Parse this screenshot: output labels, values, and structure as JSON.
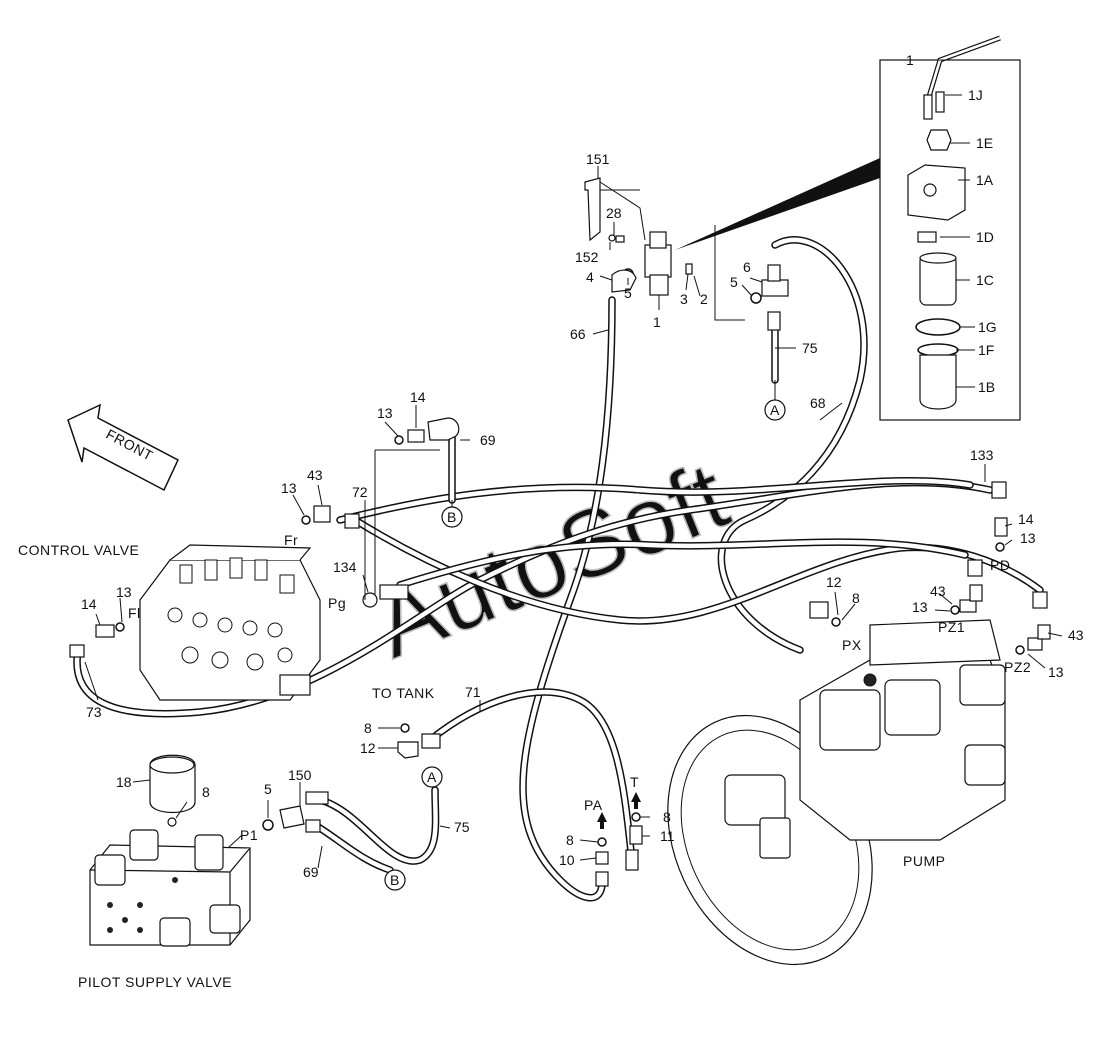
{
  "labels": {
    "control_valve": "CONTROL VALVE",
    "pilot_supply_valve": "PILOT SUPPLY VALVE",
    "pump": "PUMP",
    "to_tank": "TO  TANK",
    "front": "FRONT",
    "watermark": "AutoSoft",
    "ports": {
      "fr": "Fr",
      "fl": "Fl",
      "pg": "Pg",
      "px": "PX",
      "pd": "PD",
      "pz1": "PZ1",
      "pz2": "PZ2",
      "p1": "P1",
      "pa": "PA",
      "t": "T"
    },
    "connectors": {
      "a": "A",
      "b": "B"
    }
  },
  "callouts": {
    "n1_top": "1",
    "n1J": "1J",
    "n1E": "1E",
    "n1A": "1A",
    "n1D": "1D",
    "n1C": "1C",
    "n1G": "1G",
    "n1F": "1F",
    "n1B": "1B",
    "n151": "151",
    "n28": "28",
    "n152": "152",
    "n4": "4",
    "n5a": "5",
    "n1_filter": "1",
    "n3": "3",
    "n2": "2",
    "n66": "66",
    "n6": "6",
    "n5b": "5",
    "n75a": "75",
    "n68": "68",
    "n13a": "13",
    "n14a": "14",
    "n69a": "69",
    "n13b": "13",
    "n43a": "43",
    "n72": "72",
    "n134": "134",
    "n14b": "14",
    "n13c": "13",
    "n73": "73",
    "n133": "133",
    "n14c": "14",
    "n13d": "13",
    "n12a": "12",
    "n8a": "8",
    "n43b": "43",
    "n13e": "13",
    "n43c": "43",
    "n13f": "13",
    "n71": "71",
    "n8b": "8",
    "n12b": "12",
    "n18": "18",
    "n8c": "8",
    "n5c": "5",
    "n150": "150",
    "n75b": "75",
    "n69b": "69",
    "n8d": "8",
    "n11": "11",
    "n8e": "8",
    "n10": "10"
  }
}
